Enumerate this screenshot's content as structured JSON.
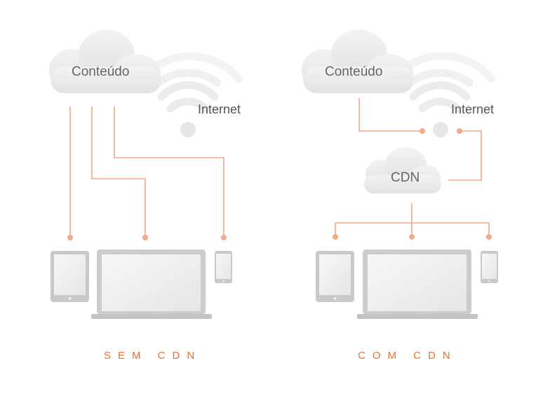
{
  "colors": {
    "accent": "#f4a98a",
    "caption": "#e8703a",
    "cloud": "#e9e9e9",
    "device": "#c8c8c8",
    "screen": "#f4f4f4"
  },
  "icons": [
    "cloud-icon",
    "wifi-icon",
    "tablet-icon",
    "laptop-icon",
    "phone-icon"
  ],
  "left": {
    "cloud_label": "Conteúdo",
    "internet_label": "Internet",
    "caption": "SEM CDN"
  },
  "right": {
    "cloud_label": "Conteúdo",
    "internet_label": "Internet",
    "cdn_label": "CDN",
    "caption": "COM CDN"
  }
}
